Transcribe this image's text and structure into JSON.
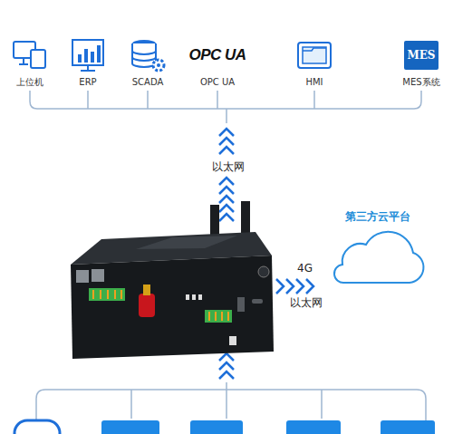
{
  "diagram": {
    "nodes": [
      {
        "text": [
          "上位机"
        ]
      },
      {
        "text": [
          "ERP"
        ]
      },
      {
        "text": [
          "SCADA"
        ]
      },
      {
        "text": [
          "OPC UA",
          "OPC UA"
        ]
      },
      {
        "text": [
          "HMI"
        ]
      },
      {
        "text": [
          "MES",
          "MES系统"
        ]
      },
      {
        "text": [
          "第三方云平台"
        ]
      }
    ],
    "labels": [
      "以太网",
      "4G",
      "以太网"
    ]
  }
}
